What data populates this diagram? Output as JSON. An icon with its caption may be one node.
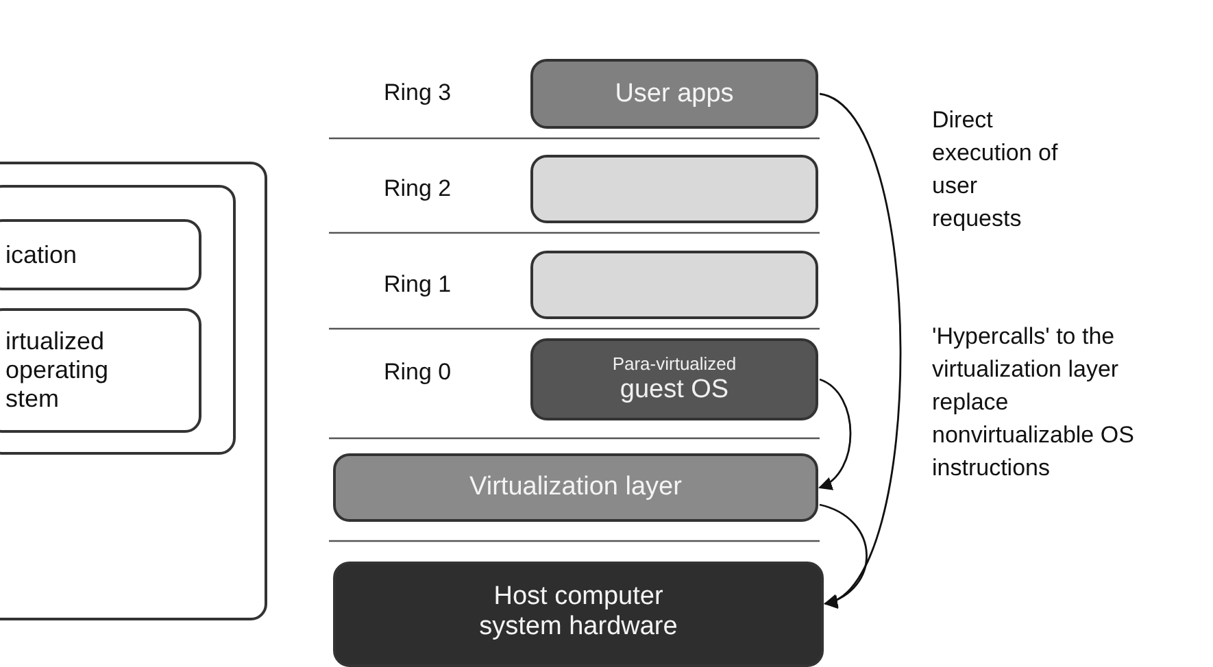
{
  "diagram": {
    "nodes": [
      {
        "text": [],
        "shape": "box"
      },
      {
        "text": [],
        "shape": "box",
        "in": 0
      },
      {
        "text": [
          "ication"
        ],
        "in": 1
      },
      {
        "text": [
          "irtualized operating stem"
        ],
        "in": 1
      },
      {
        "text": [
          "User apps"
        ]
      },
      {
        "text": [],
        "shape": "box"
      },
      {
        "text": [],
        "shape": "box"
      },
      {
        "text": [
          "Para-virtualized",
          "guest OS"
        ]
      },
      {
        "text": [
          "Virtualization layer"
        ]
      },
      {
        "text": [
          "Host computer system hardware"
        ]
      }
    ],
    "edges": [
      {
        "from": 4,
        "to": 9,
        "arrow": "to"
      },
      {
        "from": 7,
        "to": 8,
        "arrow": "to"
      },
      {
        "from": 8,
        "to": 9,
        "arrow": "to"
      }
    ],
    "labels": [
      "Ring 3",
      "Direct execution of user requests",
      "Ring 2",
      "Ring 1",
      "Ring 0",
      "'Hypercalls' to the virtualization layer replace nonvirtualizable OS instructions"
    ]
  }
}
